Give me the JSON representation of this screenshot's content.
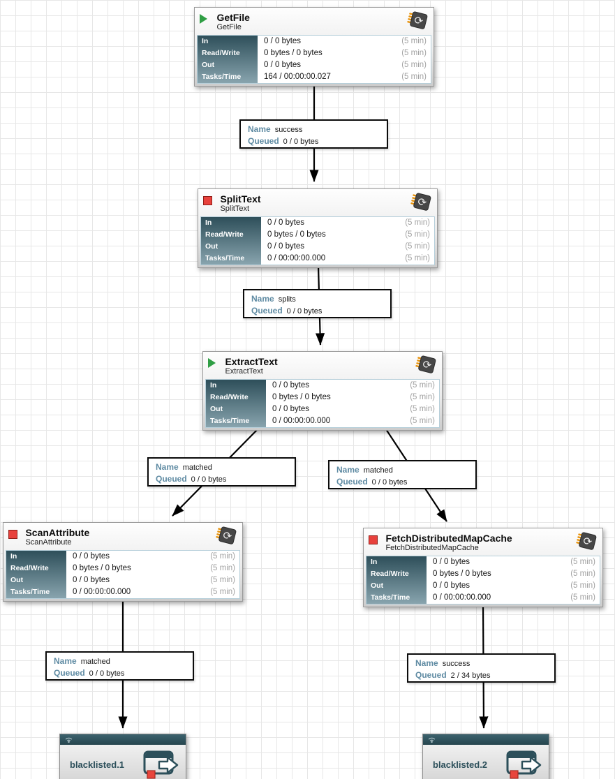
{
  "app": "NiFi flow canvas",
  "stats_labels": {
    "in": "In",
    "read_write": "Read/Write",
    "out": "Out",
    "tasks_time": "Tasks/Time"
  },
  "window_label": "(5 min)",
  "connection_field_labels": {
    "name": "Name",
    "queued": "Queued"
  },
  "processors": [
    {
      "name": "GetFile",
      "type": "GetFile",
      "status": "running",
      "stats": {
        "in": "0 / 0 bytes",
        "read_write": "0 bytes / 0 bytes",
        "out": "0 / 0 bytes",
        "tasks_time": "164 / 00:00:00.027"
      }
    },
    {
      "name": "SplitText",
      "type": "SplitText",
      "status": "stopped",
      "stats": {
        "in": "0 / 0 bytes",
        "read_write": "0 bytes / 0 bytes",
        "out": "0 / 0 bytes",
        "tasks_time": "0 / 00:00:00.000"
      }
    },
    {
      "name": "ExtractText",
      "type": "ExtractText",
      "status": "running",
      "stats": {
        "in": "0 / 0 bytes",
        "read_write": "0 bytes / 0 bytes",
        "out": "0 / 0 bytes",
        "tasks_time": "0 / 00:00:00.000"
      }
    },
    {
      "name": "ScanAttribute",
      "type": "ScanAttribute",
      "status": "stopped",
      "stats": {
        "in": "0 / 0 bytes",
        "read_write": "0 bytes / 0 bytes",
        "out": "0 / 0 bytes",
        "tasks_time": "0 / 00:00:00.000"
      }
    },
    {
      "name": "FetchDistributedMapCache",
      "type": "FetchDistributedMapCache",
      "status": "stopped",
      "stats": {
        "in": "0 / 0 bytes",
        "read_write": "0 bytes / 0 bytes",
        "out": "0 / 0 bytes",
        "tasks_time": "0 / 00:00:00.000"
      }
    }
  ],
  "connections": [
    {
      "name": "success",
      "queued": "0 / 0 bytes"
    },
    {
      "name": "splits",
      "queued": "0 / 0 bytes"
    },
    {
      "name": "matched",
      "queued": "0 / 0 bytes"
    },
    {
      "name": "matched",
      "queued": "0 / 0 bytes"
    },
    {
      "name": "matched",
      "queued": "0 / 0 bytes"
    },
    {
      "name": "success",
      "queued": "2 / 34 bytes"
    }
  ],
  "output_ports": [
    {
      "name": "blacklisted.1"
    },
    {
      "name": "blacklisted.2"
    }
  ],
  "icons": {
    "processor_chip_glyph": "⟳"
  },
  "colors": {
    "running_green": "#2f9e44",
    "stopped_red": "#e8413c",
    "stats_header_teal_top": "#2e4f5a",
    "stats_header_teal_bottom": "#88a4ae",
    "connection_key_blue": "#5f8ba3",
    "port_header_teal": "#2c4f5a",
    "edge_black": "#000000",
    "grid_gray": "#e7e7e7",
    "chip_pin_orange": "#e8930c"
  }
}
